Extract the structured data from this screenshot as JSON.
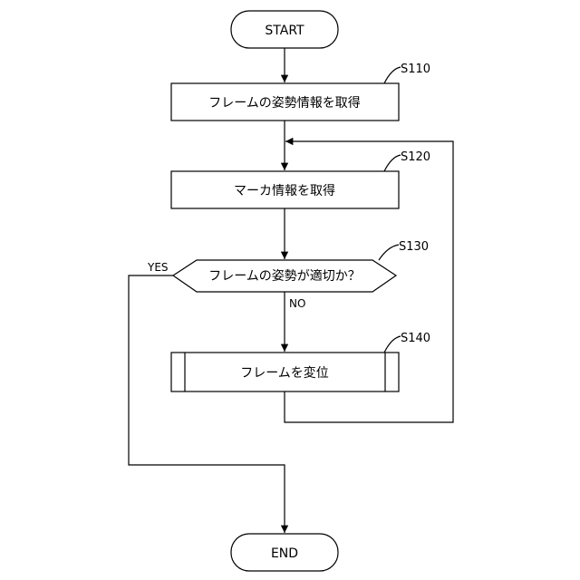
{
  "flowchart": {
    "start_label": "START",
    "end_label": "END",
    "steps": [
      {
        "id": "S110",
        "text": "フレームの姿勢情報を取得"
      },
      {
        "id": "S120",
        "text": "マーカ情報を取得"
      },
      {
        "id": "S130",
        "text": "フレームの姿勢が適切か？"
      },
      {
        "id": "S140",
        "text": "フレームを変位"
      }
    ],
    "yes_label": "YES",
    "no_label": "NO"
  }
}
